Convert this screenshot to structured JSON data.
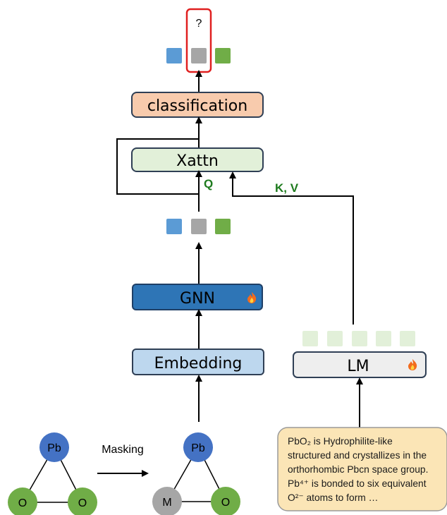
{
  "output": {
    "label": "?"
  },
  "boxes": {
    "classification": "classification",
    "xattn": "Xattn",
    "gnn": "GNN",
    "embedding": "Embedding",
    "lm": "LM"
  },
  "edges": {
    "q_label": "Q",
    "kv_label": "K, V"
  },
  "graph": {
    "masking_label": "Masking",
    "original_nodes": [
      "Pb",
      "O",
      "O"
    ],
    "masked_nodes": [
      "Pb",
      "M",
      "O"
    ]
  },
  "text_input": {
    "lines": [
      "PbO₂ is Hydrophilite-like",
      "structured and crystallizes in the",
      "orthorhombic Pbcn space group.",
      "Pb⁴⁺ is bonded to six equivalent",
      "O²⁻ atoms to form …"
    ]
  },
  "icons": {
    "trainable": "fire-icon"
  },
  "colors": {
    "blue_token": "#5b9bd5",
    "gray_token": "#a6a6a6",
    "green_token": "#70ad47",
    "classification_fill": "#f8cbad",
    "xattn_fill": "#e2f0d9",
    "gnn_fill": "#2e75b6",
    "embedding_fill": "#bdd7ee",
    "lm_fill": "#eeeeee",
    "text_fill": "#fbe5b6",
    "pb_node": "#4472c4",
    "o_node": "#70ad47",
    "m_node": "#a6a6a6",
    "highlight_red": "#e02020",
    "kv_green": "#1e7b1e"
  }
}
